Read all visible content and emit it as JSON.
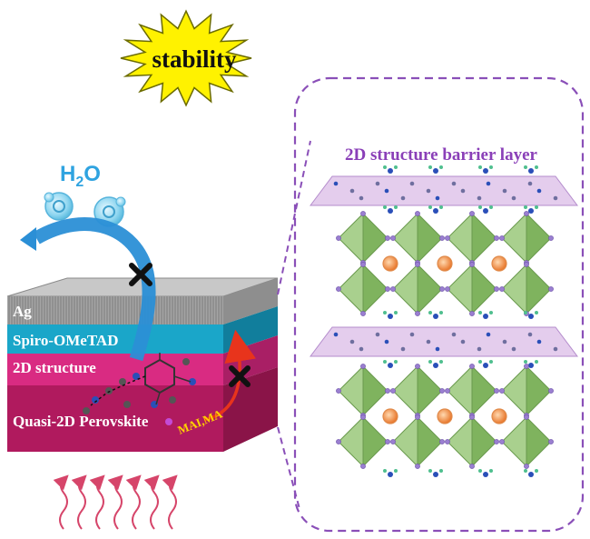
{
  "burst_label": "stability",
  "water_label": {
    "main": "H",
    "sub": "2",
    "tail": "O"
  },
  "layers": [
    {
      "key": "ag",
      "label": "Ag"
    },
    {
      "key": "spiro",
      "label": "Spiro-OMeTAD"
    },
    {
      "key": "twod",
      "label": "2D structure"
    },
    {
      "key": "quasi",
      "label": "Quasi-2D Perovskite"
    }
  ],
  "ion_label": "MAI,MA",
  "zoom_panel_title": "2D structure barrier layer",
  "colors": {
    "burst_fill": "#fff200",
    "ag": "#9c9c9c",
    "spiro": "#1aa6c9",
    "twod": "#d92b82",
    "quasi": "#b01a5e",
    "water_arrow": "#2b8fd6",
    "heat_arrows": "#d6456a",
    "ion_arrow": "#e8341c",
    "octahedron": "#a9d08e",
    "octahedron_dark": "#7fb35e",
    "cation": "#f08a3c",
    "sheet": "#d9b8e6",
    "panel_border": "#8a4fb8"
  }
}
